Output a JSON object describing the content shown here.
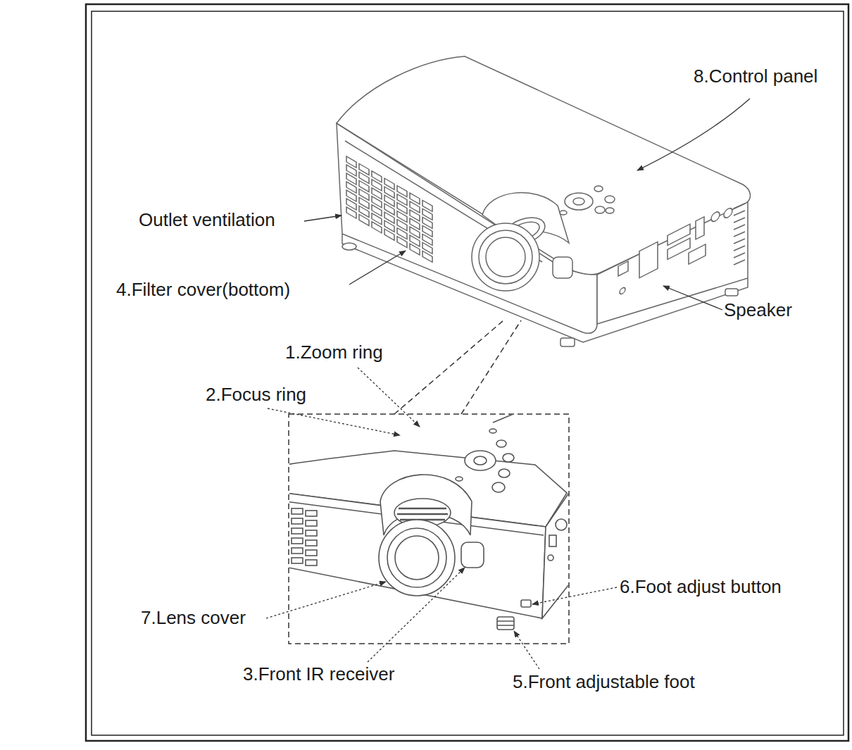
{
  "diagram": {
    "labels": [
      "8.Control panel",
      "Outlet ventilation",
      "4.Filter cover(bottom)",
      "Speaker",
      "1.Zoom ring",
      "2.Focus ring",
      "6.Foot adjust button",
      "7.Lens cover",
      "3.Front IR receiver",
      "5.Front adjustable foot"
    ]
  }
}
